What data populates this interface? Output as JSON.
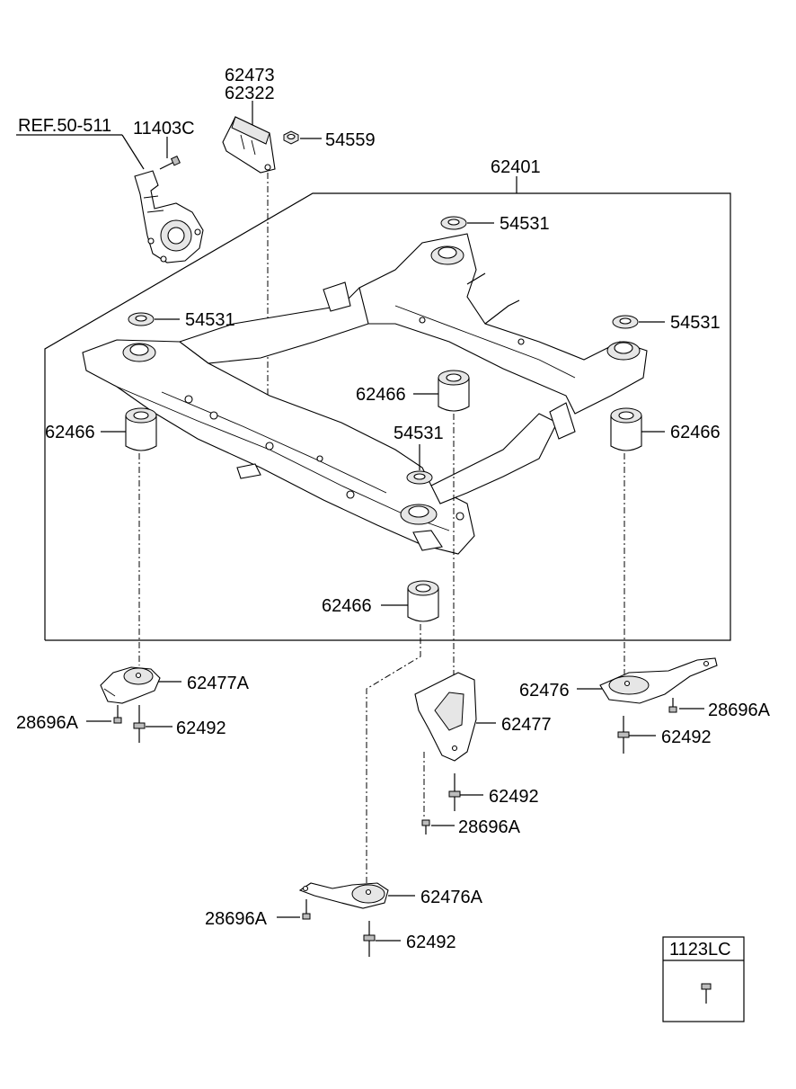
{
  "labels": {
    "ref": "REF.50-511",
    "l11403C": "11403C",
    "l62473": "62473",
    "l62322": "62322",
    "l54559": "54559",
    "l62401": "62401",
    "l54531_top": "54531",
    "l54531_left": "54531",
    "l54531_right": "54531",
    "l54531_center": "54531",
    "l62466_left": "62466",
    "l62466_upper": "62466",
    "l62466_right": "62466",
    "l62466_lower": "62466",
    "l62477A": "62477A",
    "l28696A_left": "28696A",
    "l62492_left": "62492",
    "l62476": "62476",
    "l28696A_right": "28696A",
    "l62492_right": "62492",
    "l62477": "62477",
    "l62492_mid": "62492",
    "l28696A_mid": "28696A",
    "l62476A": "62476A",
    "l28696A_bottom": "28696A",
    "l62492_bottom": "62492",
    "l1123LC": "1123LC"
  },
  "icons": [
    "knuckle-icon",
    "bracket-icon",
    "nut-icon",
    "subframe-icon",
    "bushing-icon",
    "washer-icon",
    "mount-bracket-icon",
    "bolt-icon"
  ]
}
